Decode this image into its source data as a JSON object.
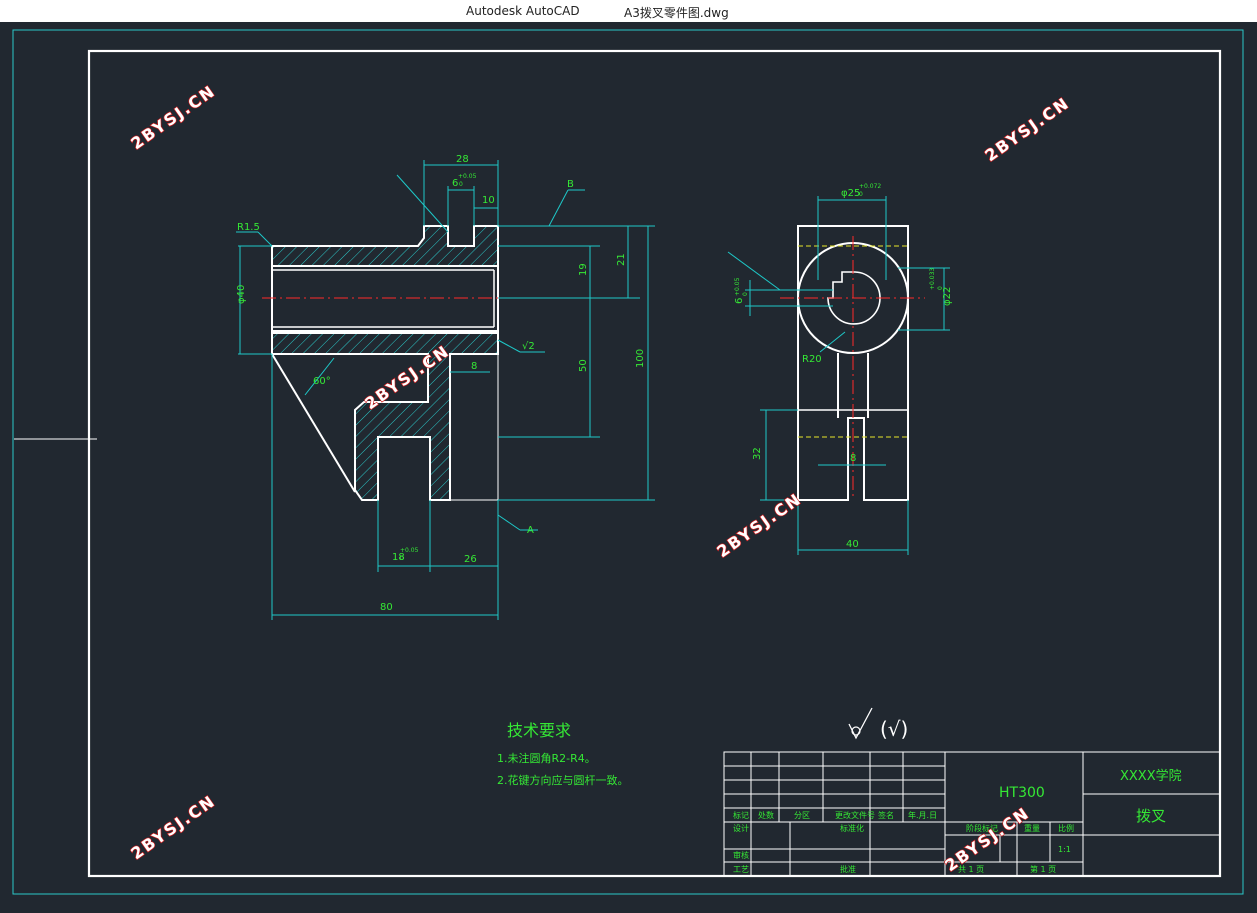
{
  "window": {
    "app_name": "Autodesk AutoCAD",
    "file_name": "A3拨叉零件图.dwg"
  },
  "colors": {
    "background": "#212830",
    "outline": "#ffffff",
    "dimension": "#1ec8c8",
    "dim_text": "#35e835",
    "center_line": "#ff2a2a",
    "hidden_line": "#e6e62a",
    "frame_inner": "#2bc9c9"
  },
  "watermark": {
    "text": "2BYSJ.CN"
  },
  "dims": {
    "d28": "28",
    "d6": "6",
    "d6_tol": "+0.05",
    "d6_tol0": "0",
    "d10": "10",
    "dB": "B",
    "dR15": "R1.5",
    "dphi40": "φ40",
    "d19": "19",
    "d21": "21",
    "d50": "50",
    "d100": "100",
    "d8a": "8",
    "d60": "60°",
    "dA": "A",
    "d18": "18",
    "d18_tol": "+0.05",
    "d18_tol0": "0",
    "d26": "26",
    "d80": "80",
    "dsym": "√2",
    "dphi25": "φ25",
    "dphi25_tol": "+0.072",
    "dphi25_tol0": "0",
    "dphi22": "φ22",
    "dphi22_tol": "+0.033",
    "dphi22_tol0": "0",
    "d6v": "6",
    "d6v_tol": "+0.05",
    "d6v_tol0": "0",
    "dR20": "R20",
    "d32": "32",
    "d8b": "8",
    "d40": "40"
  },
  "tech": {
    "title": "技术要求",
    "line1": "1.未注圆角R2-R4。",
    "line2": "2.花键方向应与圆杆一致。"
  },
  "roughness": {
    "symbol": "√",
    "paren": "(√)"
  },
  "title_block": {
    "material": "HT300",
    "school": "XXXX学院",
    "part": "拨叉",
    "h_mark": "标记",
    "h_count": "处数",
    "h_zone": "分区",
    "h_docno": "更改文件号",
    "h_sign": "签名",
    "h_date": "年.月.日",
    "r_design": "设计",
    "r_std": "标准化",
    "r_stage": "阶段标记",
    "r_weight": "重量",
    "r_scale": "比例",
    "scale": "1:1",
    "r_review": "审核",
    "r_process": "工艺",
    "r_approve": "批准",
    "total": "共 1 页",
    "page": "第 1 页"
  }
}
